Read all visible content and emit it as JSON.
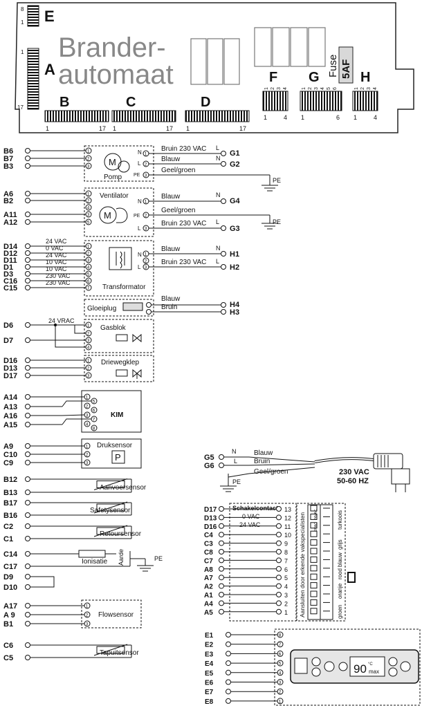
{
  "board": {
    "title_line1": "Brander-",
    "title_line2": "automaat",
    "fuse_label": "Fuse",
    "fuse_value": "5AF",
    "connectors": {
      "E": {
        "label": "E",
        "pin_top": "8",
        "pin_bottom": "1"
      },
      "A": {
        "label": "A",
        "pin_top": "1",
        "pin_bottom": "17"
      },
      "B": {
        "label": "B",
        "pin_left": "1",
        "pin_right": "17"
      },
      "C": {
        "label": "C",
        "pin_left": "1",
        "pin_right": "17"
      },
      "D": {
        "label": "D",
        "pin_left": "1",
        "pin_right": "17"
      },
      "F": {
        "label": "F",
        "pin_nums": [
          "1",
          "2",
          "3",
          "4"
        ],
        "pin_left": "1",
        "pin_right": "4"
      },
      "G": {
        "label": "G",
        "pin_nums": [
          "1",
          "2",
          "3",
          "4",
          "5",
          "6"
        ],
        "pin_left": "1",
        "pin_right": "6"
      },
      "H": {
        "label": "H",
        "pin_nums": [
          "1",
          "2",
          "3",
          "4"
        ],
        "pin_left": "1",
        "pin_right": "4"
      }
    }
  },
  "components": {
    "pomp": {
      "name": "Pomp",
      "inputs": [
        "B6",
        "B7",
        "B3"
      ],
      "pins": [
        "1",
        "2",
        "3"
      ],
      "outs": [
        "N",
        "L",
        "PE"
      ],
      "wires": [
        "Bruin  230 VAC",
        "Blauw",
        "Geel/groen"
      ],
      "targets": [
        "G1",
        "G2"
      ],
      "ends": [
        "L",
        "N"
      ],
      "earth": "PE",
      "motor": "M"
    },
    "ventilator": {
      "name": "Ventilator",
      "inputs": [
        "A6",
        "B2",
        "A11",
        "A12"
      ],
      "pins": [
        "1",
        "2",
        "3",
        "4",
        "5"
      ],
      "outs": [
        "N",
        "PE",
        "L"
      ],
      "wires": [
        "Blauw",
        "Geel/groen",
        "Bruin  230 VAC"
      ],
      "targets": [
        "G4",
        "G3"
      ],
      "ends": [
        "N",
        "L"
      ],
      "earth": "PE",
      "motor": "M"
    },
    "transformator": {
      "name": "Transformator",
      "inputs": [
        "D14",
        "D12",
        "D11",
        "D1",
        "D3",
        "C16",
        "C15"
      ],
      "voltages": [
        "24 VAC",
        "0 VAC",
        "24 VAC",
        "10 VAC",
        "10 VAC",
        "230 VAC",
        "230 VAC"
      ],
      "pins": [
        "1",
        "2",
        "3",
        "4",
        "5",
        "6",
        "7"
      ],
      "outs": [
        "N",
        "L"
      ],
      "wires": [
        "Blauw",
        "Bruin  230 VAC"
      ],
      "targets": [
        "H1",
        "H2"
      ],
      "ends": [
        "N",
        "L"
      ]
    },
    "gloeiplug": {
      "name": "Gloeiplug",
      "wires": [
        "Blauw",
        "Bruin"
      ],
      "targets": [
        "H4",
        "H3"
      ]
    },
    "gasblok": {
      "name": "Gasblok",
      "inputs": [
        "D6",
        "D7"
      ],
      "voltage": "24 VRAC",
      "pins": [
        "1",
        "2",
        "3",
        "4"
      ]
    },
    "driewegklep": {
      "name": "Driewegklep",
      "inputs": [
        "D16",
        "D13",
        "D17"
      ],
      "pins": [
        "1",
        "2",
        "3"
      ]
    },
    "kim": {
      "name": "KIM",
      "inputs": [
        "A14",
        "A13",
        "A16",
        "A15"
      ],
      "pins": [
        "1",
        "2",
        "3",
        "4",
        "5",
        "6",
        "7",
        "8"
      ]
    },
    "druksensor": {
      "name": "Druksensor",
      "inputs": [
        "A9",
        "C10",
        "C9"
      ],
      "pins": [
        "1",
        "2",
        "3"
      ],
      "symbol": "P"
    },
    "aanvoersensor": {
      "name": "Aanvoersensor",
      "inputs": [
        "B12",
        "B13"
      ]
    },
    "safetysensor": {
      "name": "Safetysensor",
      "inputs": [
        "B17",
        "B16"
      ]
    },
    "retoursensor": {
      "name": "Retoursensor",
      "inputs": [
        "C2",
        "C1"
      ]
    },
    "ionisatie": {
      "name": "Ionisatie",
      "inputs": [
        "C14",
        "C17"
      ],
      "aarde": "Aarde",
      "earth": "PE"
    },
    "d9d10": {
      "inputs": [
        "D9",
        "D10"
      ]
    },
    "flowsensor": {
      "name": "Flowsensor",
      "inputs": [
        "A17",
        "A 9",
        "B1"
      ],
      "pins": [
        "1",
        "2",
        "3"
      ]
    },
    "tapuitsensor": {
      "name": "Tapuitsensor",
      "inputs": [
        "C6",
        "C5"
      ]
    }
  },
  "mains": {
    "inputs": [
      "G5",
      "G6"
    ],
    "ends": [
      "N",
      "L",
      "PE"
    ],
    "wires": [
      "Blauw",
      "Bruin",
      "Geel/groen"
    ],
    "spec1": "230 VAC",
    "spec2": "50-60 HZ"
  },
  "terminal": {
    "title": "Schakelcontact",
    "side_text": "Aansluiten door erkende vakspecialisten",
    "inputs": [
      "D17",
      "D13",
      "D16",
      "C4",
      "C3",
      "C8",
      "C7",
      "A8",
      "A7",
      "A2",
      "A1",
      "A4",
      "A5"
    ],
    "numbers": [
      "13",
      "12",
      "11",
      "10",
      "9",
      "8",
      "7",
      "6",
      "5",
      "4",
      "3",
      "2",
      "1"
    ],
    "vac0": "0 VAC",
    "vac24": "24 VAC",
    "small1": "0VAC",
    "small2": "24VAC",
    "colors": [
      "groen",
      "oranje",
      "rood",
      "blauw",
      "grijs",
      "turkoois"
    ]
  },
  "display": {
    "inputs": [
      "E1",
      "E2",
      "E3",
      "E4",
      "E5",
      "E6",
      "E7",
      "E8"
    ],
    "pins": [
      "8",
      "7",
      "6",
      "5",
      "4",
      "3",
      "2",
      "1"
    ],
    "temp": "90",
    "deg": "°C",
    "max": "max"
  }
}
